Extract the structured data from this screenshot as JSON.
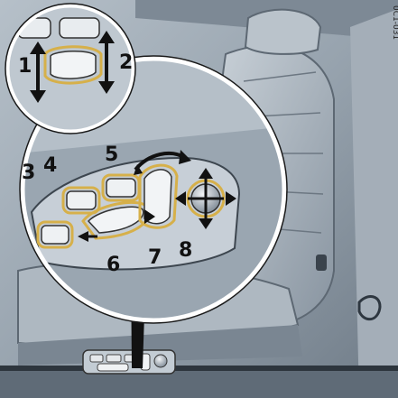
{
  "figure_code": "0C1-031",
  "callouts": {
    "c1": "1",
    "c2": "2",
    "c3": "3",
    "c4": "4",
    "c5": "5",
    "c6": "6",
    "c7": "7",
    "c8": "8"
  },
  "colors": {
    "background": "#8f9aa5",
    "background_light": "#c8d0d8",
    "circle_fill": "#d7dde3",
    "highlight": "#d6b04a",
    "line": "#111111"
  }
}
